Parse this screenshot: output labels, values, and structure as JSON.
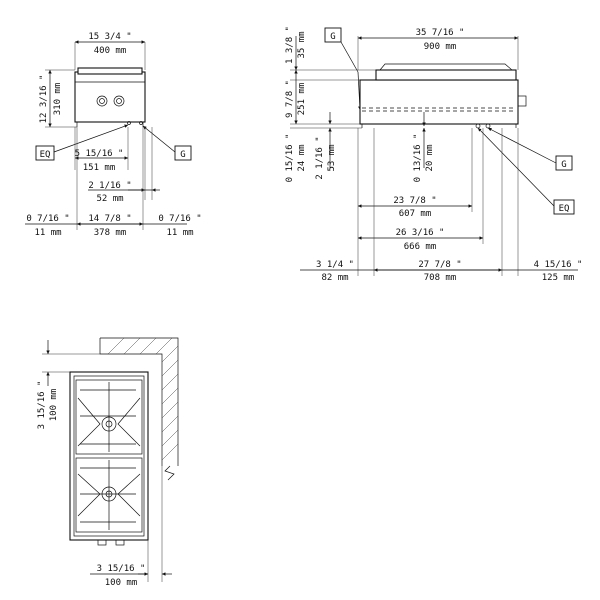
{
  "front_view": {
    "width_in": "15 3/4 \"",
    "width_mm": "400 mm",
    "height_in": "12 3/16 \"",
    "height_mm": "310 mm",
    "eq_label": "EQ",
    "g_label": "G",
    "eq_offset_in": "5 15/16 \"",
    "eq_offset_mm": "151 mm",
    "g_offset_in": "2 1/16 \"",
    "g_offset_mm": "52 mm",
    "left_margin_in": "0 7/16 \"",
    "left_margin_mm": "11 mm",
    "feet_span_in": "14 7/8 \"",
    "feet_span_mm": "378 mm",
    "right_margin_in": "0 7/16 \"",
    "right_margin_mm": "11 mm"
  },
  "side_view": {
    "g_label_top": "G",
    "length_in": "35 7/16 \"",
    "length_mm": "900 mm",
    "top_in": "1 3/8 \"",
    "top_mm": "35 mm",
    "body_in": "9 7/8 \"",
    "body_mm": "251 mm",
    "foot_in": "0 15/16 \"",
    "foot_mm": "24 mm",
    "base_in": "2 1/16 \"",
    "base_mm": "53 mm",
    "inlet_height_in": "0 13/16 \"",
    "inlet_height_mm": "20 mm",
    "g_label_right": "G",
    "eq_label_right": "EQ",
    "conn1_in": "23 7/8 \"",
    "conn1_mm": "607 mm",
    "conn2_in": "26 3/16 \"",
    "conn2_mm": "666 mm",
    "front_in": "3 1/4 \"",
    "front_mm": "82 mm",
    "feet_in": "27 7/8 \"",
    "feet_mm": "708 mm",
    "rear_in": "4 15/16 \"",
    "rear_mm": "125 mm"
  },
  "top_view": {
    "wall_gap_in": "3 15/16 \"",
    "wall_gap_mm": "100 mm",
    "bottom_gap_in": "3 15/16 \"",
    "bottom_gap_mm": "100 mm"
  },
  "colors": {
    "line": "#111111",
    "background": "#ffffff"
  }
}
